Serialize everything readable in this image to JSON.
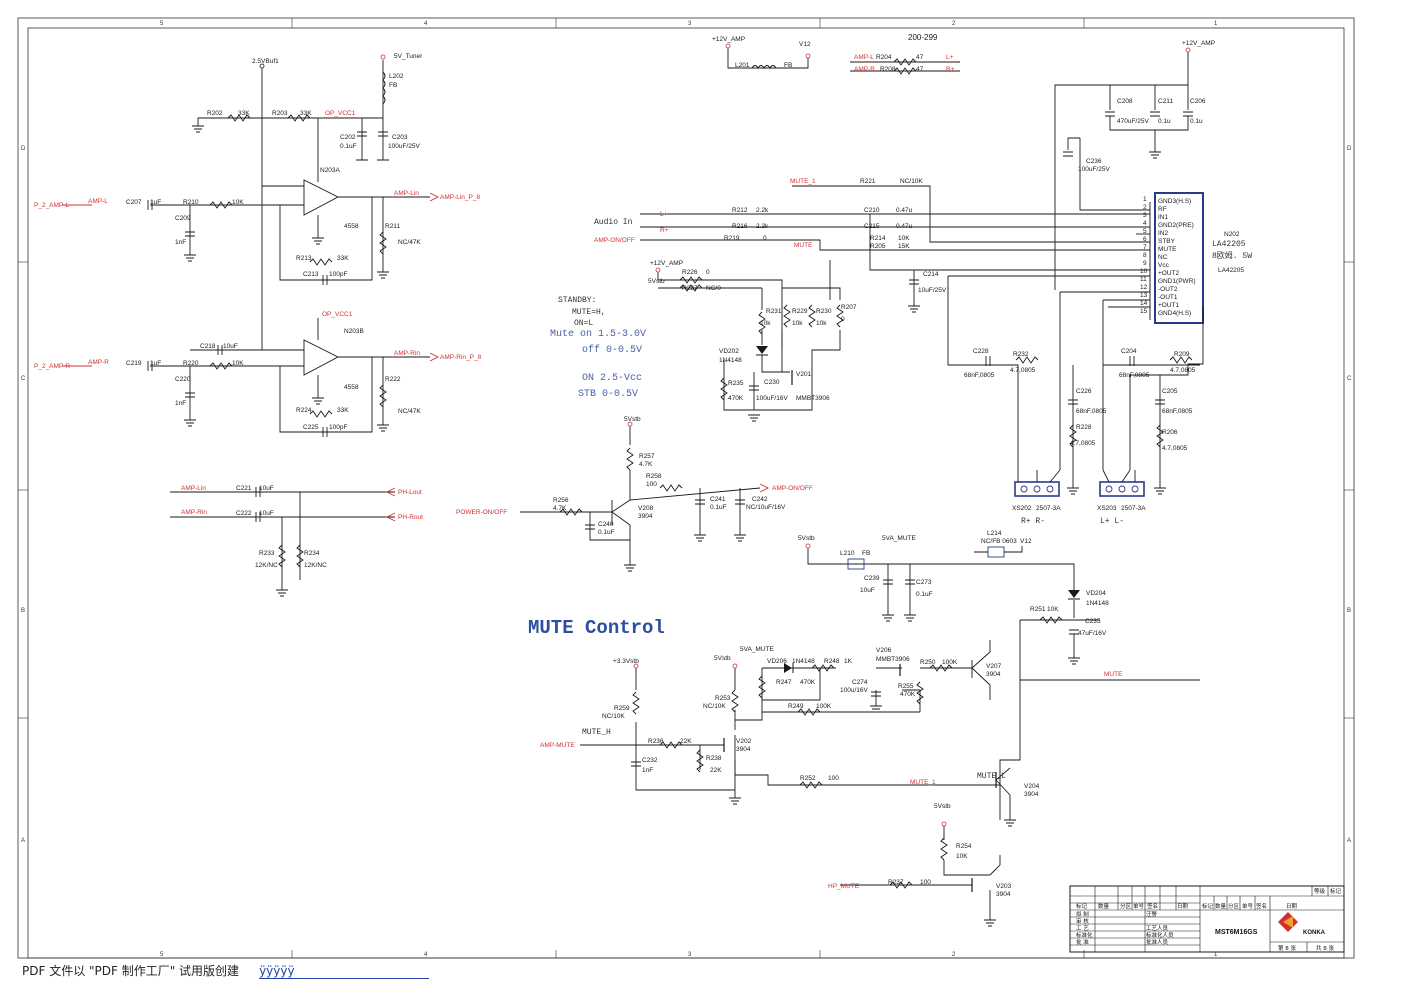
{
  "sheet": {
    "col_labels": [
      "5",
      "4",
      "3",
      "2",
      "1"
    ],
    "row_labels": [
      "D",
      "C",
      "B",
      "A"
    ],
    "block_range": "200-299",
    "section_title": "MUTE Control"
  },
  "ic": {
    "n203a_ref": "N203A",
    "n203a_part": "4558",
    "n203b_ref": "N203B",
    "n203b_part": "4558",
    "n202_ref": "N202",
    "n202_part": "LA42205",
    "n202_note": "8欧姆. 5W",
    "n202_part2": "LA42205",
    "n202_pins": [
      {
        "n": "1",
        "name": "GND3(H.S)"
      },
      {
        "n": "2",
        "name": "RF"
      },
      {
        "n": "3",
        "name": "IN1"
      },
      {
        "n": "4",
        "name": "GND2(PRE)"
      },
      {
        "n": "5",
        "name": "IN2"
      },
      {
        "n": "6",
        "name": "STBY"
      },
      {
        "n": "7",
        "name": "MUTE"
      },
      {
        "n": "8",
        "name": "NC"
      },
      {
        "n": "9",
        "name": "Vcc"
      },
      {
        "n": "10",
        "name": "+OUT2"
      },
      {
        "n": "11",
        "name": "GND1(PWR)"
      },
      {
        "n": "12",
        "name": "-OUT2"
      },
      {
        "n": "13",
        "name": "-OUT1"
      },
      {
        "n": "14",
        "name": "+OUT1"
      },
      {
        "n": "15",
        "name": "GND4(H.S)"
      }
    ]
  },
  "labels": {
    "buf1": "2.5VBuf1",
    "tuner5v": "5V_Tuner",
    "l202": "L202",
    "fb": "FB",
    "op_vcc1": "OP_VCC1",
    "op_vcc1b": "OP_VCC1",
    "r202": "R202",
    "r202v": "33K",
    "r203": "R203",
    "r203v": "33K",
    "c202": "C202",
    "c202v": "0.1uF",
    "c203": "C203",
    "c203v": "100uF/25V",
    "p2ampl": "P_2_AMP-L",
    "ampl": "AMP-L",
    "c207": "C207",
    "c207v": "1uF",
    "r210": "R210",
    "r210v": "10K",
    "c209": "C209",
    "c209v": "1nF",
    "amplin": "AMP-Lin",
    "amplin_p": "AMP-Lin_P_8",
    "r211": "R211",
    "r211v": "NC/47K",
    "r213": "R213",
    "r213v": "33K",
    "c213": "C213",
    "c213v": "100pF",
    "c218": "C218",
    "c218v": "10uF",
    "p2ampr": "P_2_AMP-R",
    "ampr": "AMP-R",
    "c219": "C219",
    "c219v": "1uF",
    "r220": "R220",
    "r220v": "10K",
    "c220": "C220",
    "c220v": "1nF",
    "amprin": "AMP-Rin",
    "amprin_p": "AMP-Rin_P_8",
    "r222": "R222",
    "r222v": "NC/47K",
    "r224": "R224",
    "r224v": "33K",
    "c225": "C225",
    "c225v": "100pF",
    "amplin2": "AMP-Lin",
    "c221": "C221",
    "c221v": "10uF",
    "phlout": "PH-Lout",
    "amprin2": "AMP-Rin",
    "c222": "C222",
    "c222v": "10uF",
    "phrout": "PH-Rout",
    "r233": "R233",
    "r233v": "12K/NC",
    "r234": "R234",
    "r234v": "12K/NC",
    "v12amp": "+12V_AMP",
    "v12": "V12",
    "l201": "L201",
    "l201v": "FB",
    "ampl2": "AMP-L",
    "r204": "R204",
    "r204v": "47",
    "lplus": "L+",
    "ampr2": "AMP-R",
    "r208": "R208",
    "r208v": "47",
    "rplus": "R+",
    "v12amp2": "+12V_AMP",
    "c208": "C208",
    "c208v": "470uF/25V",
    "c211": "C211",
    "c211v": "0.1u",
    "c206": "C206",
    "c206v": "0.1u",
    "c236": "C236",
    "c236v": "100uF/25V",
    "mute1": "MUTE_1",
    "r221": "R221",
    "r221v": "NC/10K",
    "audioin": "Audio In",
    "lp": "L+",
    "r212": "R212",
    "r212v": "2.2k",
    "c210": "C210",
    "c210v": "0.47u",
    "rp": "R+",
    "r216": "R216",
    "r216v": "2.2k",
    "c215": "C215",
    "c215v": "0.47u",
    "amponoff": "AMP-ON/OFF",
    "r219": "R219",
    "r219v": "0",
    "r214": "R214",
    "r214v": "10K",
    "mutenet": "MUTE",
    "r205": "R205",
    "r205v": "15K",
    "v12amp3": "+12V_AMP",
    "r226": "R226",
    "r226v": "0",
    "v5stb": "5Vstb",
    "r227": "R227",
    "r227v": "NC/0",
    "c214": "C214",
    "c214v": "10uF/25V",
    "r231": "R231",
    "r231v": "10k",
    "r229": "R229",
    "r229v": "10k",
    "r230": "R230",
    "r230v": "10k",
    "r207": "R207",
    "r207v": "0",
    "vd202": "VD202",
    "vd202v": "1N4148",
    "r235": "R235",
    "r235v": "470K",
    "c230": "C230",
    "c230v": "100uF/16V",
    "v201": "V201",
    "v201v": "MMBT3906",
    "c228": "C228",
    "c228v": "68nF,0805",
    "r232": "R232",
    "r232v": "4.7,0805",
    "c204": "C204",
    "c204v": "68nF,0805",
    "r209": "R209",
    "r209v": "4.7,0805",
    "c226": "C226",
    "c226v": "68nF,0805",
    "r228": "R228",
    "r228v": "4.7,0805",
    "c205": "C205",
    "c205v": "68nF,0805",
    "r206": "R206",
    "r206v": "4.7,0805",
    "xs202": "XS202",
    "xs202v": "2507-3A",
    "xs202_pol": "R+    R-",
    "xs203": "XS203",
    "xs203v": "2507-3A",
    "xs203_pol": "L+    L-",
    "v5stb2": "5Vstb",
    "r257": "R257",
    "r257v": "4.7K",
    "r258": "R258",
    "r258v": "100",
    "amponoff2": "AMP-ON/OFF",
    "poweronoff": "POWER-ON/OFF",
    "r256": "R256",
    "r256v": "4.7K",
    "v208": "V208",
    "v208v": "3904",
    "c240": "C240",
    "c240v": "0.1uF",
    "c241": "C241",
    "c241v": "0.1uF",
    "c242": "C242",
    "c242v": "NC/10uF/16V",
    "v5stb3": "5Vstb",
    "v5amute": "5VA_MUTE",
    "l210": "L210",
    "l210v": "FB",
    "l214": "L214",
    "l214v": "NC/FB 0603",
    "v12b": "V12",
    "c239": "C239",
    "c239v": "10uF",
    "c273": "C273",
    "c273v": "0.1uF",
    "vd204": "VD204",
    "vd204v": "1N4148",
    "r251": "R251",
    "r251v": "10K",
    "c235": "C235",
    "c235v": "47uF/16V",
    "mute_out": "MUTE",
    "v33stb": "+3.3Vstb",
    "v5stb4": "5Vstb",
    "v5amute2": "5VA_MUTE",
    "vd206": "VD206",
    "vd206v": "1N4148",
    "r248": "R248",
    "r248v": "1K",
    "v206": "V206",
    "v206v": "MMBT3906",
    "r250": "R250",
    "r250v": "100K",
    "v207": "V207",
    "v207v": "3904",
    "r247": "R247",
    "r247v": "470K",
    "c274": "C274",
    "c274v": "100u/16V",
    "r255": "R255",
    "r255v": "470K",
    "r249": "R249",
    "r249v": "100K",
    "r259": "R259",
    "r259v": "NC/10K",
    "r253": "R253",
    "r253v": "NC/10K",
    "muteh": "MUTE_H",
    "ampmute": "AMP-MUTE",
    "r236": "R236",
    "r236v": "22K",
    "v202": "V202",
    "v202v": "3904",
    "c232": "C232",
    "c232v": "1nF",
    "r238": "R238",
    "r238v": "22K",
    "r252": "R252",
    "r252v": "100",
    "mute1b": "MUTE_1",
    "mutel": "MUTE_L",
    "v204": "V204",
    "v204v": "3904",
    "v5stb5": "5Vstb",
    "r254": "R254",
    "r254v": "10K",
    "hpmute": "HP_MUTE",
    "r237": "R237",
    "r237v": "100",
    "v203": "V203",
    "v203v": "3904"
  },
  "notes": {
    "standby": "STANDBY:",
    "mute_h": "MUTE=H,",
    "on_l": "ON=L",
    "mute_on": "Mute on 1.5-3.0V",
    "off": "off 0-0.5V",
    "on": "ON 2.5-Vcc",
    "stb": "STB 0-0.5V"
  },
  "title_block": {
    "model": "MST6M16GS",
    "company": "KONKA",
    "page": "第 8 张",
    "total": "共 8 张",
    "h1": "标记",
    "h2": "数量",
    "h3": "分区",
    "h4": "单号",
    "h5": "签名",
    "h6": "日期",
    "r_design": "拟 制",
    "r_check": "审 核",
    "r_craft": "工 艺",
    "r_std": "标准化",
    "r_approve": "批 准",
    "v_design": "汪警",
    "v_craft": "工艺人员",
    "v_std": "标准化人员",
    "v_approve": "批准人员",
    "stage": "等级",
    "mark": "标记"
  },
  "footer": {
    "text": "PDF 文件以 \"PDF 制作工厂\" 试用版创建",
    "link": "ÿÿÿÿÿ"
  }
}
